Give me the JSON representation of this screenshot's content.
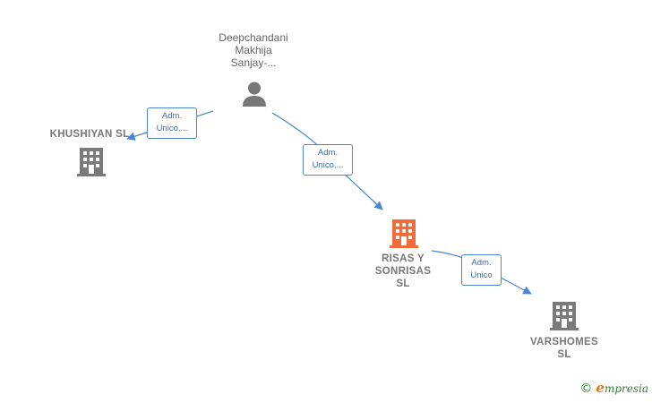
{
  "nodes": {
    "person": {
      "lines": [
        "Deepchandani",
        "Makhija",
        "Sanjay-..."
      ]
    },
    "khushiyan": {
      "lines": [
        "KHUSHIYAN  SL"
      ]
    },
    "risas": {
      "lines": [
        "RISAS Y",
        "SONRISAS",
        "SL"
      ]
    },
    "varshomes": {
      "lines": [
        "VARSHOMES",
        "SL"
      ]
    }
  },
  "edges": {
    "to_khushiyan": {
      "lines": [
        "Adm.",
        "Unico,..."
      ]
    },
    "to_risas": {
      "lines": [
        "Adm.",
        "Unico,..."
      ]
    },
    "to_varshomes": {
      "lines": [
        "Adm.",
        "Unico"
      ]
    }
  },
  "colors": {
    "edge": "#4a86d4",
    "company": "#7a7a7a",
    "focus_company": "#f26b3a",
    "person": "#777777"
  },
  "icons": {
    "person": "person-icon",
    "company": "building-icon"
  },
  "brand": {
    "copyright": "©",
    "initial": "e",
    "rest": "mpresia"
  }
}
